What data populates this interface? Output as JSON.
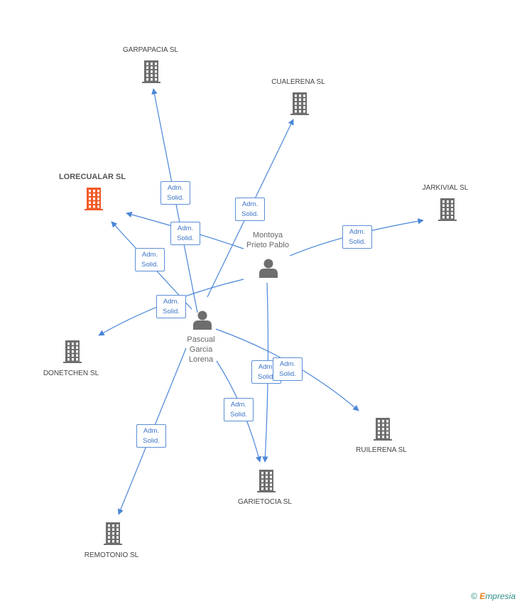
{
  "colors": {
    "edge": "#4a86d8",
    "company_icon": "#6e6e6e",
    "focus_company_icon": "#f05a28",
    "person_icon": "#6e6e6e"
  },
  "people": {
    "montoya": {
      "name_line1": "Montoya",
      "name_line2": "Prieto Pablo",
      "icon": "person-icon"
    },
    "pascual": {
      "name_line1": "Pascual",
      "name_line2": "Garcia",
      "name_line3": "Lorena",
      "icon": "person-icon"
    }
  },
  "companies": {
    "garpapacia": {
      "name": "GARPAPACIA SL",
      "icon": "building-icon"
    },
    "cualerena": {
      "name": "CUALERENA SL",
      "icon": "building-icon"
    },
    "lorecualar": {
      "name": "LORECUALAR SL",
      "icon": "building-icon",
      "highlighted": true
    },
    "jarkivial": {
      "name": "JARKIVIAL SL",
      "icon": "building-icon"
    },
    "donetchen": {
      "name": "DONETCHEN SL",
      "icon": "building-icon"
    },
    "ruilerena": {
      "name": "RUILERENA SL",
      "icon": "building-icon"
    },
    "garietocia": {
      "name": "GARIETOCIA SL",
      "icon": "building-icon"
    },
    "remotonio": {
      "name": "REMOTONIO SL",
      "icon": "building-icon"
    }
  },
  "relations": [
    {
      "from": "pascual",
      "to": "garpapacia",
      "line1": "Adm.",
      "line2": "Solid."
    },
    {
      "from": "montoya",
      "to": "lorecualar",
      "line1": "Adm.",
      "line2": "Solid."
    },
    {
      "from": "pascual",
      "to": "cualerena",
      "line1": "Adm.",
      "line2": "Solid."
    },
    {
      "from": "montoya",
      "to": "jarkivial",
      "line1": "Adm.",
      "line2": "Solid."
    },
    {
      "from": "pascual",
      "to": "lorecualar",
      "line1": "Adm.",
      "line2": "Solid."
    },
    {
      "from": "montoya",
      "to": "donetchen",
      "line1": "Adm.",
      "line2": "Solid."
    },
    {
      "from": "montoya",
      "to": "garietocia",
      "line1": "Adm.",
      "line2": "Solid."
    },
    {
      "from": "pascual",
      "to": "ruilerena",
      "line1": "Adm.",
      "line2": "Solid."
    },
    {
      "from": "pascual",
      "to": "garietocia",
      "line1": "Adm.",
      "line2": "Solid."
    },
    {
      "from": "pascual",
      "to": "remotonio",
      "line1": "Adm.",
      "line2": "Solid."
    }
  ],
  "footer": {
    "copyright": "©",
    "brand_initial": "E",
    "brand_rest": "mpresia"
  }
}
